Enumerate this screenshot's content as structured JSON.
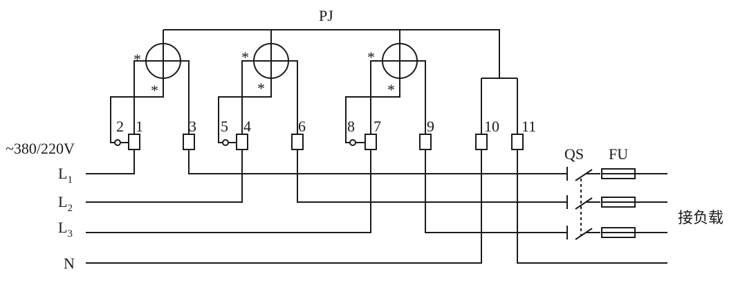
{
  "meter_label": "PJ",
  "supply_label": "~380/220V",
  "switch_label": "QS",
  "fuse_label": "FU",
  "load_label": "接负载",
  "lines": {
    "L1": {
      "letter": "L",
      "sub": "1"
    },
    "L2": {
      "letter": "L",
      "sub": "2"
    },
    "L3": {
      "letter": "L",
      "sub": "3"
    },
    "N": {
      "letter": "N"
    }
  },
  "terminals": [
    "1",
    "2",
    "3",
    "4",
    "5",
    "6",
    "7",
    "8",
    "9",
    "10",
    "11"
  ],
  "polarity_mark": "*",
  "colors": {
    "stroke": "#1a1a1a",
    "background": "#ffffff"
  }
}
